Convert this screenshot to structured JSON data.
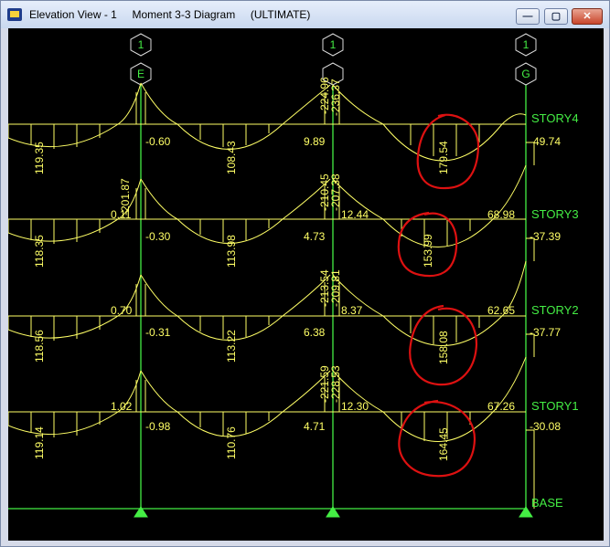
{
  "window": {
    "title": "Elevation View - 1     Moment 3-3 Diagram     (ULTIMATE)",
    "buttons": {
      "minimize": "—",
      "restore": "▢",
      "close": "✕"
    }
  },
  "colors": {
    "background": "#000000",
    "grid_line": "#44ee44",
    "beam": "#ffff66",
    "label_green": "#44ee44",
    "value": "#ffff66",
    "annotation": "#dd1111"
  },
  "grid_bubbles": {
    "E": {
      "number": "1",
      "letter": "E"
    },
    "mid": {
      "number": "1",
      "letter": ""
    },
    "G": {
      "number": "1",
      "letter": "G"
    }
  },
  "stories": [
    "STORY4",
    "STORY3",
    "STORY2",
    "STORY1",
    "BASE"
  ],
  "labels": {
    "story4": {
      "bay1_mid": "119.35",
      "left_top_E": "",
      "right_E": "-0.60",
      "bay2_mid": "108.43",
      "top_mid": "-224.96",
      "top_mid2": "-236.37",
      "right_mid": "9.89",
      "bay3_mid": "179.54",
      "right_G": "-49.74"
    },
    "story3": {
      "left_E": "-201.87",
      "left_E_small": "0.11",
      "bay1_mid": "118.35",
      "right_E": "-0.30",
      "bay2_mid": "113.98",
      "top_mid": "-210.45",
      "top_mid2": "-207.38",
      "right_mid": "4.73",
      "right_mid_small": "12.44",
      "bay3_mid": "153.99",
      "left_G": "68.98",
      "right_G": "-37.39"
    },
    "story2": {
      "left_E_small": "0.70",
      "bay1_mid": "118.56",
      "right_E": "-0.31",
      "bay2_mid": "113.22",
      "top_mid": "-213.54",
      "top_mid2": "-209.81",
      "right_mid": "6.38",
      "right_mid_small": "8.37",
      "bay3_mid": "158.08",
      "left_G": "62.65",
      "right_G": "-37.77"
    },
    "story1": {
      "left_E_small": "1.02",
      "bay1_mid": "119.14",
      "right_E": "-0.98",
      "bay2_mid": "110.76",
      "top_mid": "-221.59",
      "top_mid2": "-228.53",
      "right_mid": "4.71",
      "right_mid_small": "12.30",
      "bay3_mid": "164.45",
      "left_G": "67.26",
      "right_G": "-30.08"
    }
  }
}
